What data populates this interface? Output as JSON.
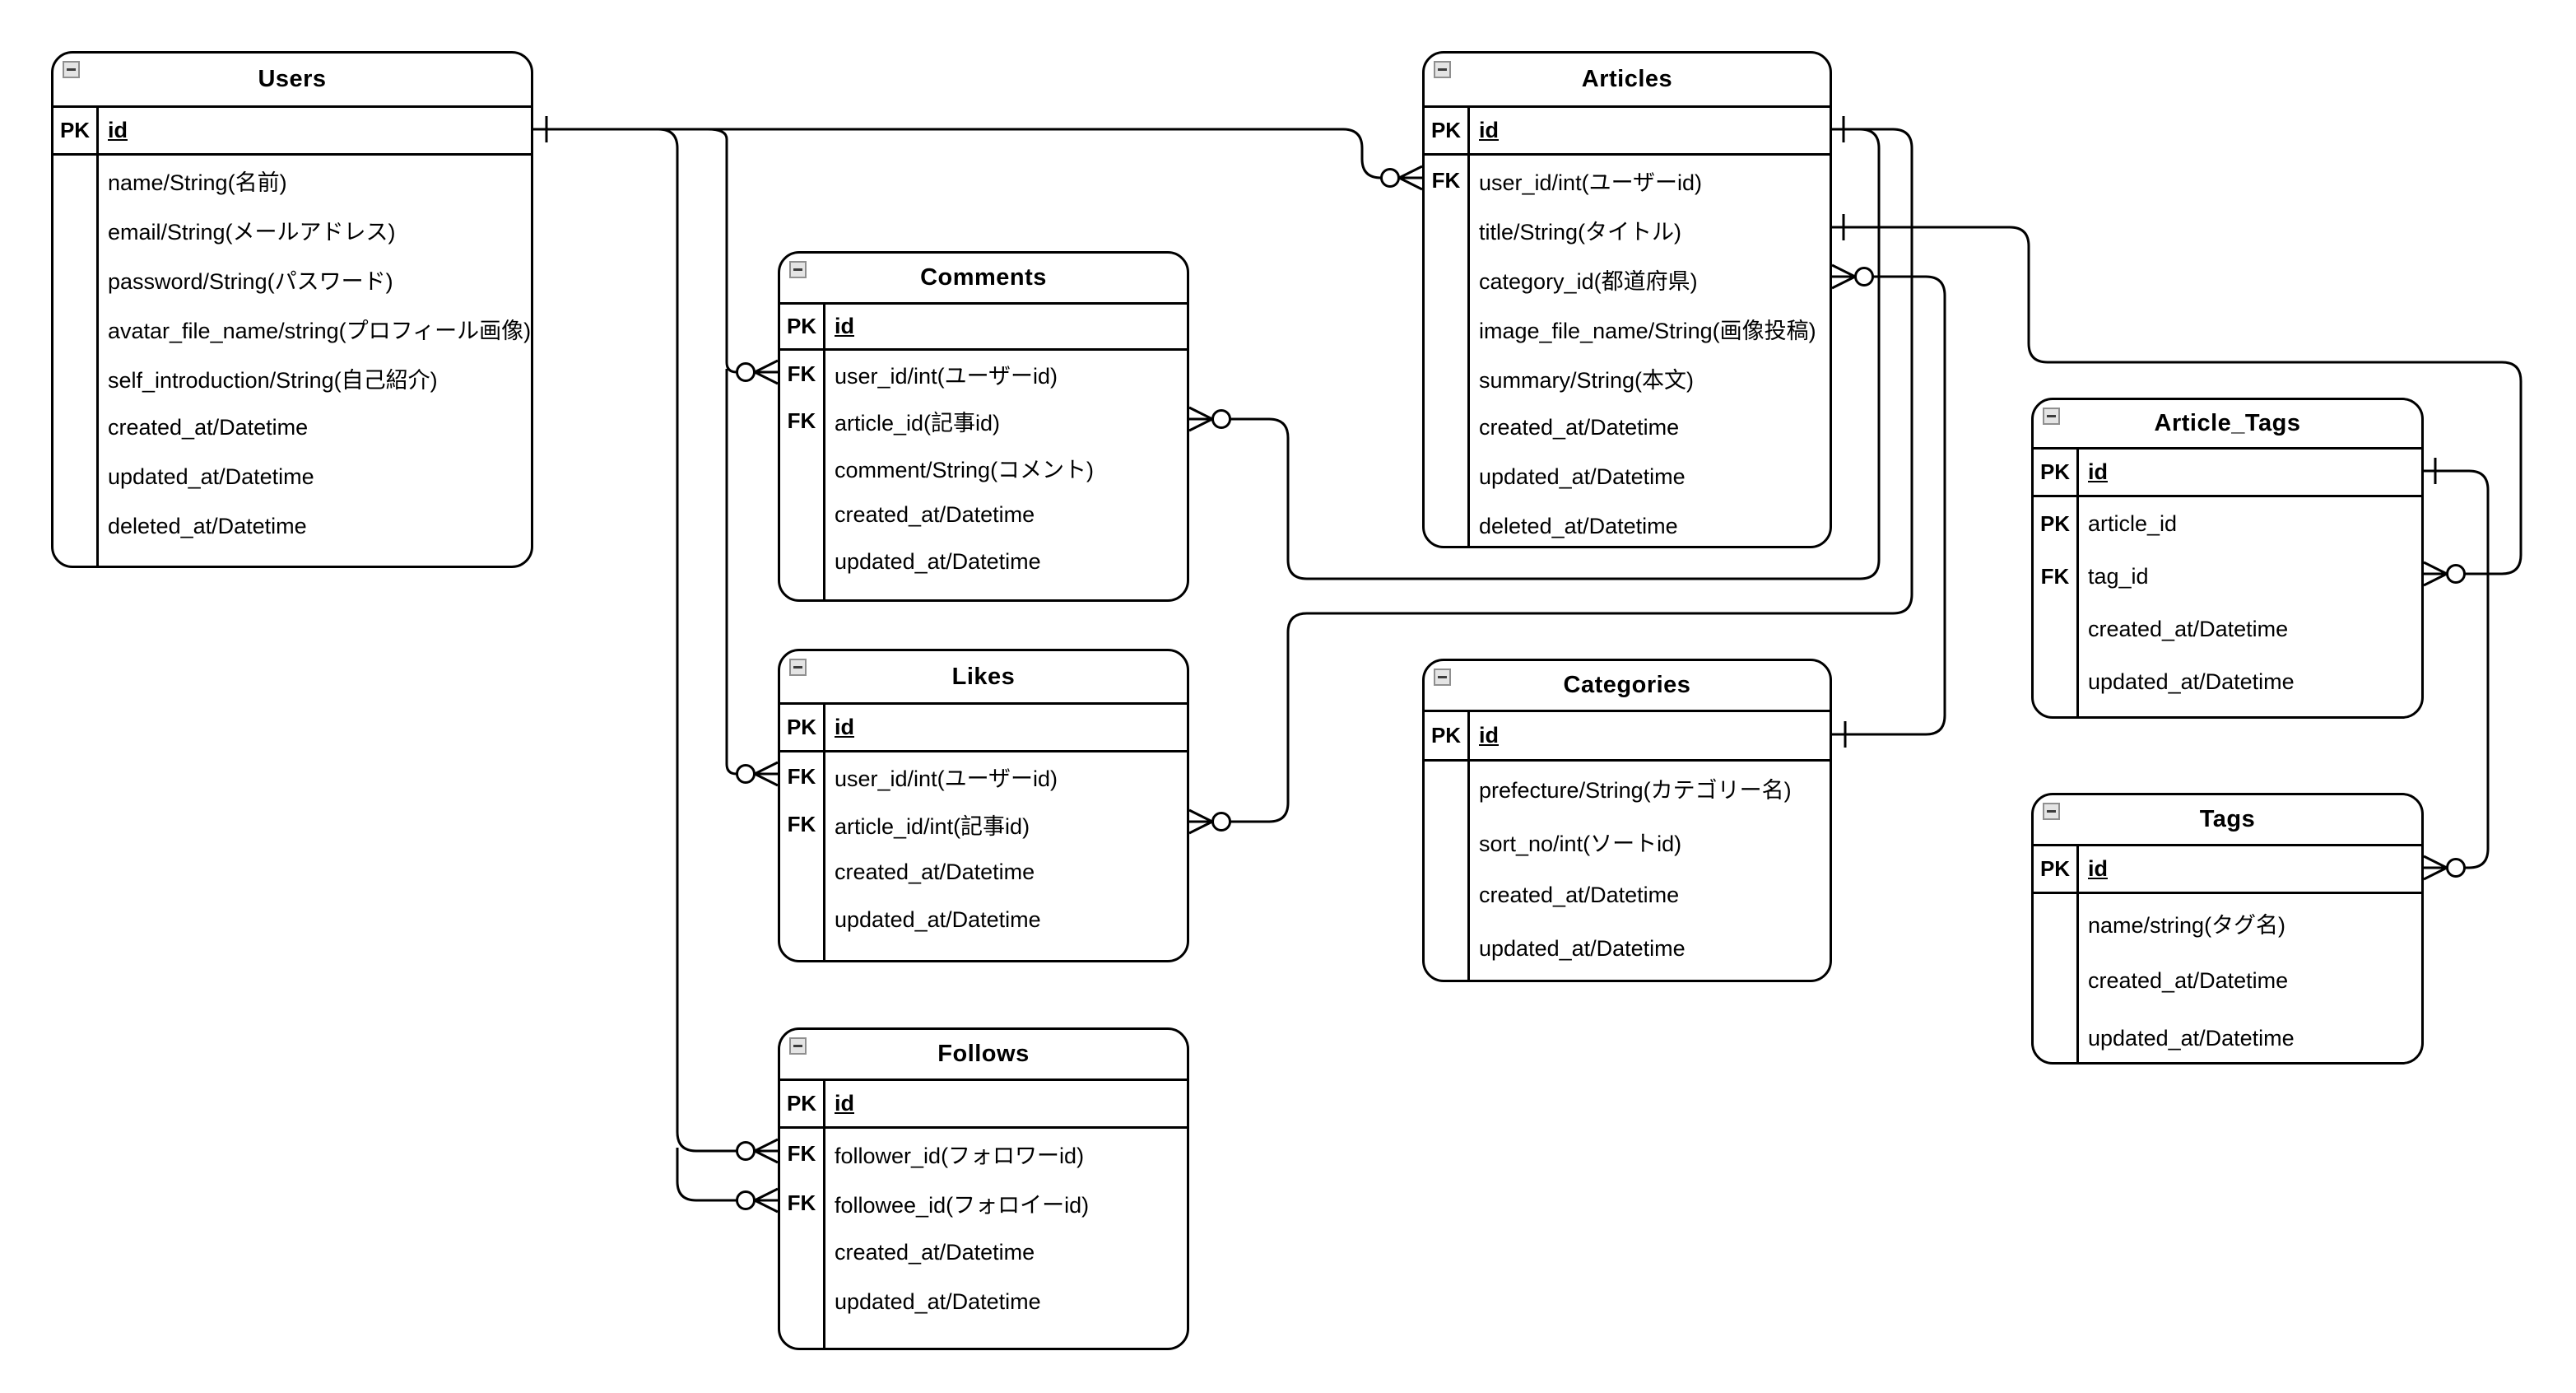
{
  "diagram": {
    "type": "entity-relationship",
    "notation": "crow-foot",
    "canvas": {
      "background": "#ffffff",
      "line_color": "#000000"
    },
    "icons": {
      "table_collapse": "minus-square-icon"
    }
  },
  "tables": [
    {
      "id": "users",
      "title": "Users",
      "rows": [
        {
          "key": "PK",
          "label": "id",
          "pk": true
        },
        {
          "key": "",
          "label": "name/String(名前)"
        },
        {
          "key": "",
          "label": "email/String(メールアドレス)"
        },
        {
          "key": "",
          "label": "password/String(パスワード)"
        },
        {
          "key": "",
          "label": "avatar_file_name/string(プロフィール画像)"
        },
        {
          "key": "",
          "label": "self_introduction/String(自己紹介)"
        },
        {
          "key": "",
          "label": "created_at/Datetime"
        },
        {
          "key": "",
          "label": "updated_at/Datetime"
        },
        {
          "key": "",
          "label": "deleted_at/Datetime"
        }
      ]
    },
    {
      "id": "comments",
      "title": "Comments",
      "rows": [
        {
          "key": "PK",
          "label": "id",
          "pk": true
        },
        {
          "key": "FK",
          "label": "user_id/int(ユーザーid)"
        },
        {
          "key": "FK",
          "label": "article_id(記事id)"
        },
        {
          "key": "",
          "label": "comment/String(コメント)"
        },
        {
          "key": "",
          "label": "created_at/Datetime"
        },
        {
          "key": "",
          "label": "updated_at/Datetime"
        }
      ]
    },
    {
      "id": "likes",
      "title": "Likes",
      "rows": [
        {
          "key": "PK",
          "label": "id",
          "pk": true
        },
        {
          "key": "FK",
          "label": "user_id/int(ユーザーid)"
        },
        {
          "key": "FK",
          "label": "article_id/int(記事id)"
        },
        {
          "key": "",
          "label": "created_at/Datetime"
        },
        {
          "key": "",
          "label": "updated_at/Datetime"
        }
      ]
    },
    {
      "id": "follows",
      "title": "Follows",
      "rows": [
        {
          "key": "PK",
          "label": "id",
          "pk": true
        },
        {
          "key": "FK",
          "label": "follower_id(フォロワーid)"
        },
        {
          "key": "FK",
          "label": "followee_id(フォロイーid)"
        },
        {
          "key": "",
          "label": "created_at/Datetime"
        },
        {
          "key": "",
          "label": "updated_at/Datetime"
        }
      ]
    },
    {
      "id": "articles",
      "title": "Articles",
      "rows": [
        {
          "key": "PK",
          "label": "id",
          "pk": true
        },
        {
          "key": "FK",
          "label": "user_id/int(ユーザーid)"
        },
        {
          "key": "",
          "label": "title/String(タイトル)"
        },
        {
          "key": "",
          "label": "category_id(都道府県)"
        },
        {
          "key": "",
          "label": "image_file_name/String(画像投稿)"
        },
        {
          "key": "",
          "label": "summary/String(本文)"
        },
        {
          "key": "",
          "label": "created_at/Datetime"
        },
        {
          "key": "",
          "label": "updated_at/Datetime"
        },
        {
          "key": "",
          "label": "deleted_at/Datetime"
        }
      ]
    },
    {
      "id": "categories",
      "title": "Categories",
      "rows": [
        {
          "key": "PK",
          "label": "id",
          "pk": true
        },
        {
          "key": "",
          "label": "prefecture/String(カテゴリー名)"
        },
        {
          "key": "",
          "label": "sort_no/int(ソートid)"
        },
        {
          "key": "",
          "label": "created_at/Datetime"
        },
        {
          "key": "",
          "label": "updated_at/Datetime"
        }
      ]
    },
    {
      "id": "article_tags",
      "title": "Article_Tags",
      "rows": [
        {
          "key": "PK",
          "label": "id",
          "pk": true
        },
        {
          "key": "PK",
          "label": "article_id"
        },
        {
          "key": "FK",
          "label": "tag_id"
        },
        {
          "key": "",
          "label": "created_at/Datetime"
        },
        {
          "key": "",
          "label": "updated_at/Datetime"
        }
      ]
    },
    {
      "id": "tags",
      "title": "Tags",
      "rows": [
        {
          "key": "PK",
          "label": "id",
          "pk": true
        },
        {
          "key": "",
          "label": "name/string(タグ名)"
        },
        {
          "key": "",
          "label": "created_at/Datetime"
        },
        {
          "key": "",
          "label": "updated_at/Datetime"
        }
      ]
    }
  ],
  "relationships": [
    {
      "from": "Users.id",
      "from_cardinality": "one",
      "to": "Articles.user_id",
      "to_cardinality": "zero-or-many"
    },
    {
      "from": "Users.id",
      "from_cardinality": "one",
      "to": "Comments.user_id",
      "to_cardinality": "zero-or-many"
    },
    {
      "from": "Users.id",
      "from_cardinality": "one",
      "to": "Likes.user_id",
      "to_cardinality": "zero-or-many"
    },
    {
      "from": "Users.id",
      "from_cardinality": "one",
      "to": "Follows.follower_id",
      "to_cardinality": "zero-or-many"
    },
    {
      "from": "Users.id",
      "from_cardinality": "one",
      "to": "Follows.followee_id",
      "to_cardinality": "zero-or-many"
    },
    {
      "from": "Articles.id",
      "from_cardinality": "one",
      "to": "Comments.article_id",
      "to_cardinality": "zero-or-many"
    },
    {
      "from": "Articles.id",
      "from_cardinality": "one",
      "to": "Likes.article_id",
      "to_cardinality": "zero-or-many"
    },
    {
      "from": "Categories.id",
      "from_cardinality": "one",
      "to": "Articles.category_id",
      "to_cardinality": "zero-or-many"
    },
    {
      "from": "Articles.title",
      "from_cardinality": "one",
      "to": "Article_Tags.tag_id",
      "to_cardinality": "zero-or-many"
    },
    {
      "from": "Article_Tags.id",
      "from_cardinality": "one",
      "to": "Tags.id",
      "to_cardinality": "zero-or-many"
    }
  ]
}
